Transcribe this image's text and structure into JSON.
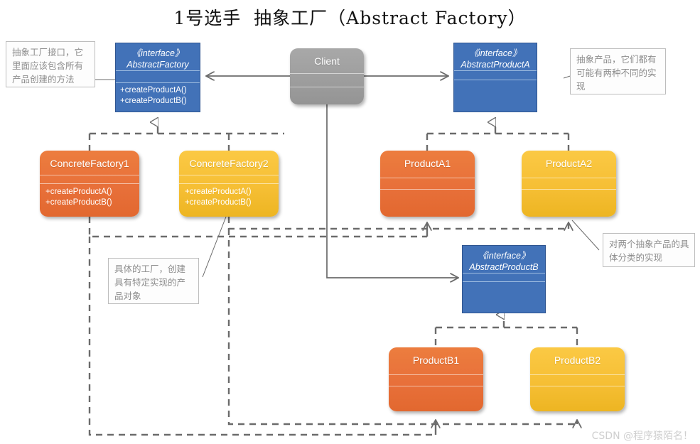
{
  "title": "1号选手  抽象工厂（Abstract Factory）",
  "palette": {
    "interface_blue": "#4272b8",
    "concrete_orange": "#e8763a",
    "concrete_yellow": "#f6bf35",
    "client_gray": "#9e9e9e",
    "connector_gray": "#6b6b6b",
    "note_border": "#bdbdbd",
    "note_text": "#8d8d8d",
    "watermark": "#cfcfcf"
  },
  "stereotype": "《interface》",
  "nodes": {
    "abstract_factory": {
      "stereotype": "《interface》",
      "name": "AbstractFactory",
      "operations": [
        "+createProductA()",
        "+createProductB()"
      ]
    },
    "client": {
      "name": "Client",
      "operations": []
    },
    "abstract_product_a": {
      "stereotype": "《interface》",
      "name": "AbstractProductA",
      "operations": []
    },
    "abstract_product_b": {
      "stereotype": "《interface》",
      "name": "AbstractProductB",
      "operations": []
    },
    "concrete_factory_1": {
      "name": "ConcreteFactory1",
      "operations": [
        "+createProductA()",
        "+createProductB()"
      ]
    },
    "concrete_factory_2": {
      "name": "ConcreteFactory2",
      "operations": [
        "+createProductA()",
        "+createProductB()"
      ]
    },
    "product_a1": {
      "name": "ProductA1",
      "operations": []
    },
    "product_a2": {
      "name": "ProductA2",
      "operations": []
    },
    "product_b1": {
      "name": "ProductB1",
      "operations": []
    },
    "product_b2": {
      "name": "ProductB2",
      "operations": []
    }
  },
  "notes": {
    "abstract_factory_note": "抽象工厂接口，它里面应该包含所有产品创建的方法",
    "abstract_product_note": "抽象产品，它们都有可能有两种不同的实现",
    "concrete_factory_note": "具体的工厂，创建具有特定实现的产品对象",
    "concrete_product_note": "对两个抽象产品的具体分类的实现"
  },
  "watermark": "CSDN @程序猿陌名！",
  "relations": [
    {
      "from": "client",
      "to": "abstract_factory",
      "type": "dependency-solid-arrow"
    },
    {
      "from": "client",
      "to": "abstract_product_a",
      "type": "dependency-solid-arrow"
    },
    {
      "from": "client",
      "to": "abstract_product_b",
      "type": "dependency-solid-arrow"
    },
    {
      "from": "concrete_factory_1",
      "to": "abstract_factory",
      "type": "realization-dashed"
    },
    {
      "from": "concrete_factory_2",
      "to": "abstract_factory",
      "type": "realization-dashed"
    },
    {
      "from": "product_a1",
      "to": "abstract_product_a",
      "type": "realization-dashed"
    },
    {
      "from": "product_a2",
      "to": "abstract_product_a",
      "type": "realization-dashed"
    },
    {
      "from": "product_b1",
      "to": "abstract_product_b",
      "type": "realization-dashed"
    },
    {
      "from": "product_b2",
      "to": "abstract_product_b",
      "type": "realization-dashed"
    },
    {
      "from": "concrete_factory_1",
      "to": "product_a1",
      "type": "creates-dashed"
    },
    {
      "from": "concrete_factory_1",
      "to": "product_b1",
      "type": "creates-dashed"
    },
    {
      "from": "concrete_factory_2",
      "to": "product_a2",
      "type": "creates-dashed"
    },
    {
      "from": "concrete_factory_2",
      "to": "product_b2",
      "type": "creates-dashed"
    }
  ]
}
